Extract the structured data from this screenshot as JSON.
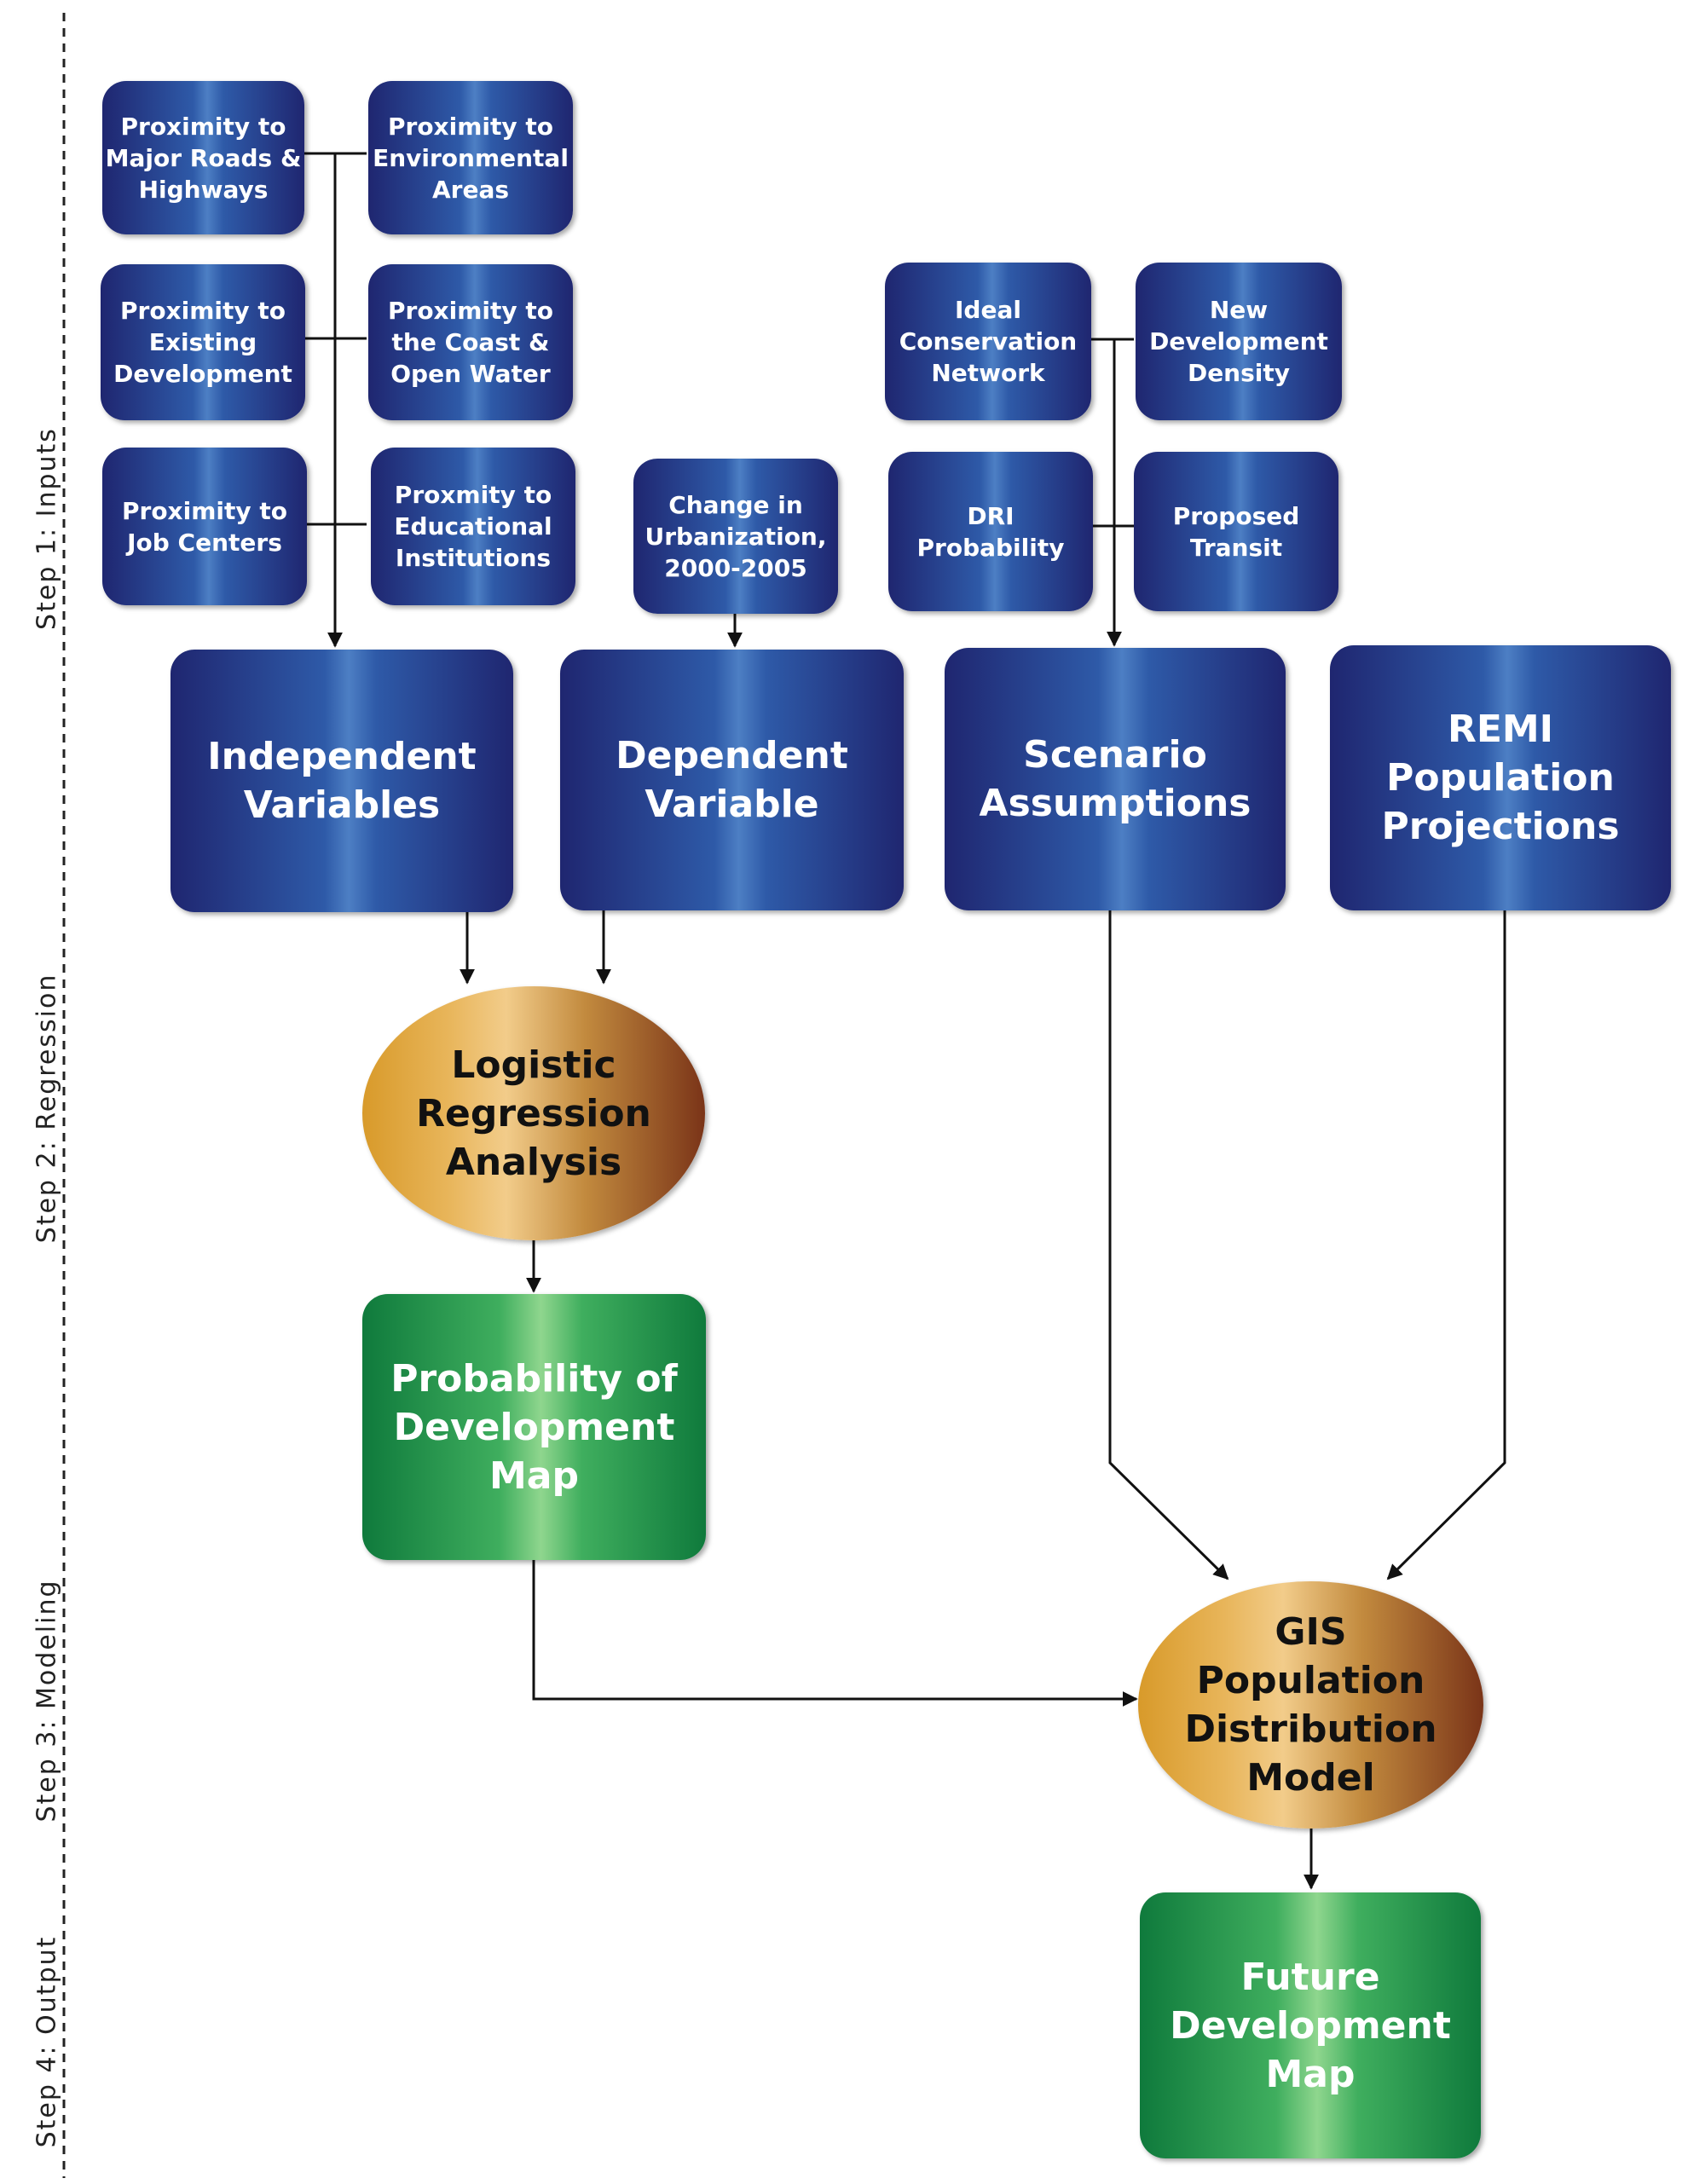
{
  "steps": {
    "inputs": "Step 1: Inputs",
    "regression": "Step 2: Regression",
    "modeling": "Step 3: Modeling",
    "output": "Step 4: Output"
  },
  "inputs": {
    "roads": "Proximity to\nMajor Roads &\nHighways",
    "environmental": "Proximity to\nEnvironmental\nAreas",
    "existing": "Proximity to\nExisting\nDevelopment",
    "coast": "Proximity to\nthe Coast &\nOpen Water",
    "jobs": "Proximity to\nJob Centers",
    "education": "Proxmity to\nEducational\nInstitutions",
    "urbanization": "Change in\nUrbanization,\n2000-2005",
    "conservation": "Ideal\nConservation\nNetwork",
    "density": "New\nDevelopment\nDensity",
    "dri": "DRI\nProbability",
    "transit": "Proposed\nTransit"
  },
  "main": {
    "independent": "Independent\nVariables",
    "dependent": "Dependent\nVariable",
    "scenario": "Scenario\nAssumptions",
    "remi": "REMI\nPopulation\nProjections"
  },
  "process": {
    "logistic": "Logistic\nRegression\nAnalysis",
    "gis": "GIS\nPopulation\nDistribution\nModel"
  },
  "outputs": {
    "probability": "Probability of\nDevelopment\nMap",
    "future": "Future\nDevelopment\nMap"
  },
  "colors": {
    "box_blue_dark": "#1f2670",
    "box_blue_light": "#4d7fc4",
    "box_green": "#0f7a3c",
    "oval_gold": "#e8b55a",
    "oval_brown": "#7a3418"
  }
}
